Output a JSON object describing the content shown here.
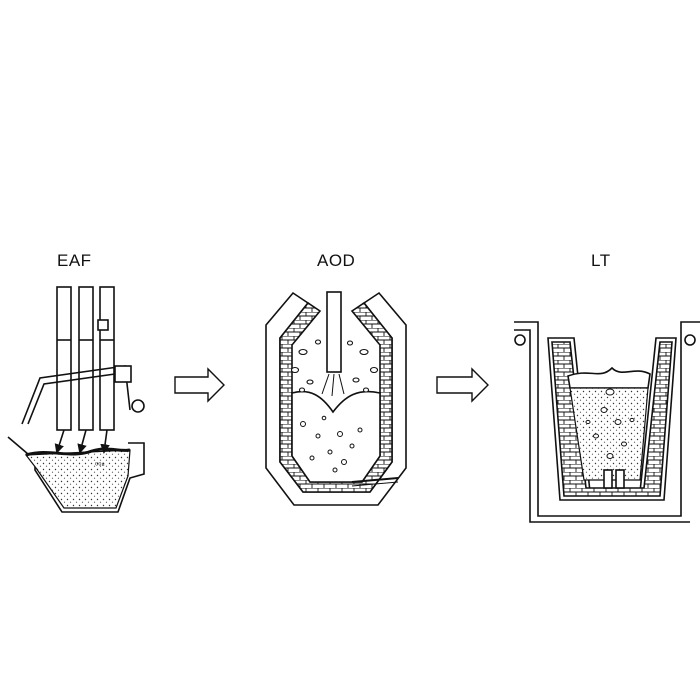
{
  "diagram": {
    "stages": [
      {
        "id": "eaf",
        "label": "EAF"
      },
      {
        "id": "aod",
        "label": "AOD"
      },
      {
        "id": "lt",
        "label": "LT"
      }
    ],
    "colors": {
      "line": "#111111",
      "fill": "#ffffff",
      "melt": "#d9d9d9"
    }
  }
}
